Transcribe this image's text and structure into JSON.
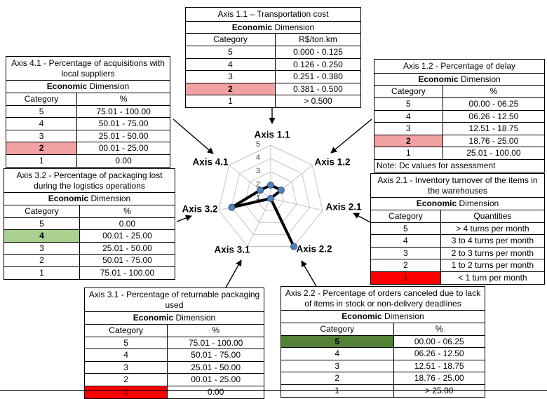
{
  "chart_data": {
    "type": "radar",
    "axes": [
      "Axis 1.1",
      "Axis 1.2",
      "Axis 2.1",
      "Axis 2.2",
      "Axis 3.1",
      "Axis 3.2",
      "Axis 4.1"
    ],
    "values": [
      2,
      2,
      1,
      5,
      1,
      4,
      2
    ],
    "scale_min": 1,
    "scale_max": 5,
    "tick_labels": [
      "5",
      "4",
      "3",
      "2",
      "1"
    ],
    "legend": "none",
    "grid": true,
    "series_color": "#4f81bd",
    "line_color": "#000000",
    "grid_color": "#c4c4c4"
  },
  "tables": [
    {
      "id": "axis-1-1",
      "title": "Axis 1.1 – Transportation cost",
      "dimension_bold": "Economic",
      "dimension_rest": " Dimension",
      "col1": "Category",
      "col2": "R$/ton.km",
      "rows": [
        [
          "5",
          "0.000 - 0.125",
          null
        ],
        [
          "4",
          "0.126 - 0.250",
          null
        ],
        [
          "3",
          "0.251 - 0.380",
          null
        ],
        [
          "2",
          "0.381 - 0.500",
          "pink"
        ],
        [
          "1",
          "> 0.500",
          null
        ]
      ],
      "note": null
    },
    {
      "id": "axis-4-1",
      "title": "Axis 4.1 - Percentage of acquisitions with local suppliers",
      "dimension_bold": "Economic",
      "dimension_rest": " Dimension",
      "col1": "Category",
      "col2": "%",
      "rows": [
        [
          "5",
          "75.01 - 100.00",
          null
        ],
        [
          "4",
          "50.01 - 75.00",
          null
        ],
        [
          "3",
          "25.01 - 50.00",
          null
        ],
        [
          "2",
          "00.01 - 25.00",
          "pink"
        ],
        [
          "1",
          "0.00",
          null
        ]
      ],
      "note": null
    },
    {
      "id": "axis-1-2",
      "title": "Axis 1.2 - Percentage of delay",
      "dimension_bold": "Economic",
      "dimension_rest": " Dimension",
      "col1": "Category",
      "col2": "%",
      "rows": [
        [
          "5",
          "00.00 - 06.25",
          null
        ],
        [
          "4",
          "06.26 - 12.50",
          null
        ],
        [
          "3",
          "12.51 - 18.75",
          null
        ],
        [
          "2",
          "18.76 - 25.00",
          "pink"
        ],
        [
          "1",
          "25.01 - 100.00",
          null
        ]
      ],
      "note": "Note: Dc values for assessment"
    },
    {
      "id": "axis-3-2",
      "title": "Axis 3.2 - Percentage of packaging lost during the logistics operations",
      "dimension_bold": "Economic",
      "dimension_rest": " Dimension",
      "col1": "Category",
      "col2": "%",
      "rows": [
        [
          "5",
          "0.00",
          null
        ],
        [
          "4",
          "00.01 - 25.00",
          "light-green"
        ],
        [
          "3",
          "25.01 - 50.00",
          null
        ],
        [
          "2",
          "50.01 - 75.00",
          null
        ],
        [
          "1",
          "75.01 - 100.00",
          null
        ]
      ],
      "note": null
    },
    {
      "id": "axis-2-1",
      "title": "Axis 2.1 - Inventory turnover of the items in the warehouses",
      "dimension_bold": "Economic",
      "dimension_rest": " Dimension",
      "col1": "Category",
      "col2": "Quantities",
      "rows": [
        [
          "5",
          "> 4 turns per month",
          null
        ],
        [
          "4",
          "3 to 4 turns per month",
          null
        ],
        [
          "3",
          "2 to 3 turns per month",
          null
        ],
        [
          "2",
          "1 to 2 turns per month",
          null
        ],
        [
          "1",
          "< 1 turn per month",
          "red"
        ]
      ],
      "note": null
    },
    {
      "id": "axis-3-1",
      "title": "Axis 3.1 - Percentage of returnable packaging used",
      "dimension_bold": "Economic",
      "dimension_rest": " Dimension",
      "col1": "Category",
      "col2": "%",
      "rows": [
        [
          "5",
          "75.01 - 100.00",
          null
        ],
        [
          "4",
          "50.01 - 75.00",
          null
        ],
        [
          "3",
          "25.01 - 50.00",
          null
        ],
        [
          "2",
          "00.01 - 25.00",
          null
        ],
        [
          "1",
          "0.00",
          "red"
        ]
      ],
      "note": null
    },
    {
      "id": "axis-2-2",
      "title": "Axis 2.2 - Percentage of orders canceled due to lack of items in stock or non-delivery deadlines",
      "dimension_bold": "Economic",
      "dimension_rest": " Dimension",
      "col1": "Category",
      "col2": "%",
      "rows": [
        [
          "5",
          "00.00 - 06.25",
          "dark-green"
        ],
        [
          "4",
          "06.26 - 12.50",
          null
        ],
        [
          "3",
          "12.51 - 18.75",
          null
        ],
        [
          "2",
          "18.76 - 25.00",
          null
        ],
        [
          "1",
          "> 25.00",
          null
        ]
      ],
      "note": null
    }
  ]
}
